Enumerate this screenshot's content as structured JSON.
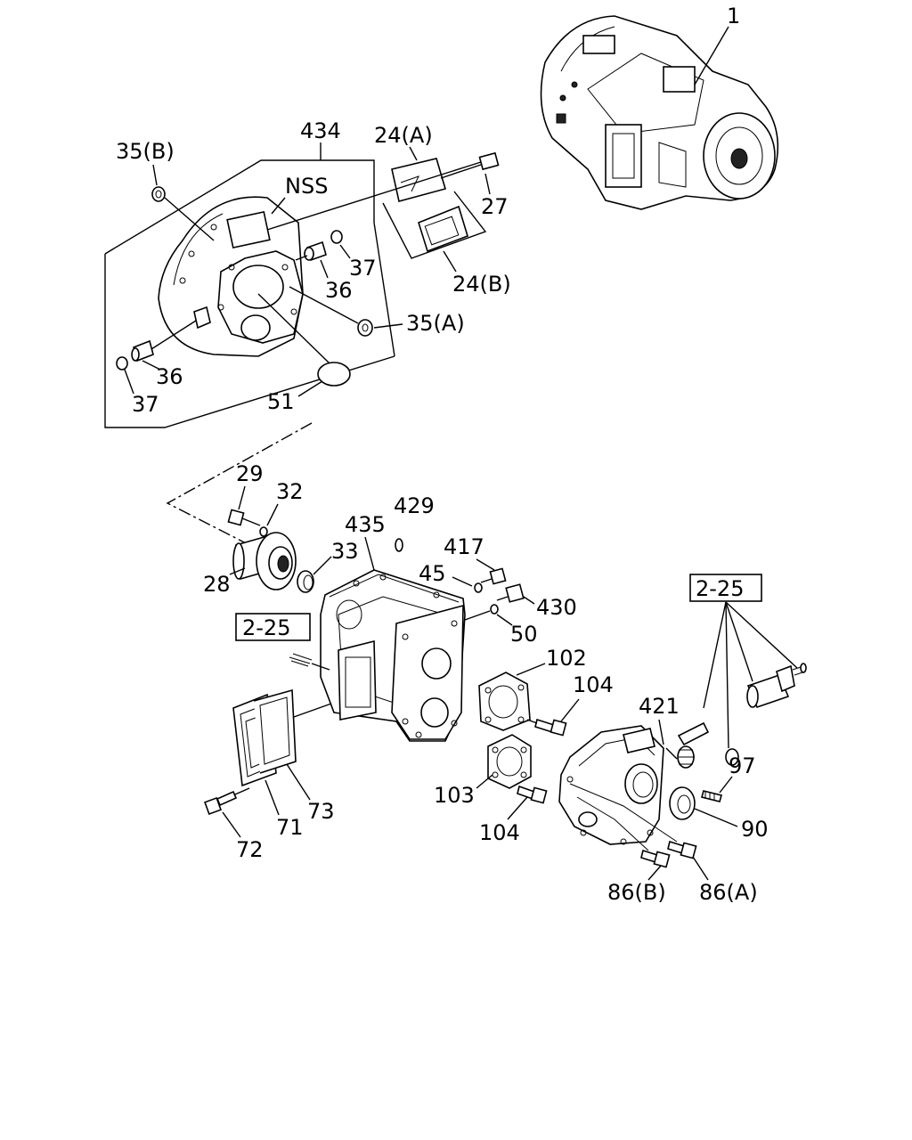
{
  "callouts": {
    "c1": "1",
    "c434": "434",
    "c35b": "35(B)",
    "cnss": "NSS",
    "c24a": "24(A)",
    "c27": "27",
    "c37a": "37",
    "c36a": "36",
    "c24b": "24(B)",
    "c35a": "35(A)",
    "c36b": "36",
    "c37b": "37",
    "c51": "51",
    "c29": "29",
    "c32": "32",
    "c429": "429",
    "c435": "435",
    "c417": "417",
    "c33": "33",
    "c45": "45",
    "c430": "430",
    "c28": "28",
    "c50": "50",
    "c102": "102",
    "c104a": "104",
    "c421": "421",
    "c97": "97",
    "c90": "90",
    "c103": "103",
    "c104b": "104",
    "c73": "73",
    "c71": "71",
    "c72": "72",
    "c86b": "86(B)",
    "c86a": "86(A)"
  },
  "refs": {
    "ref_left": "2-25",
    "ref_right": "2-25"
  }
}
